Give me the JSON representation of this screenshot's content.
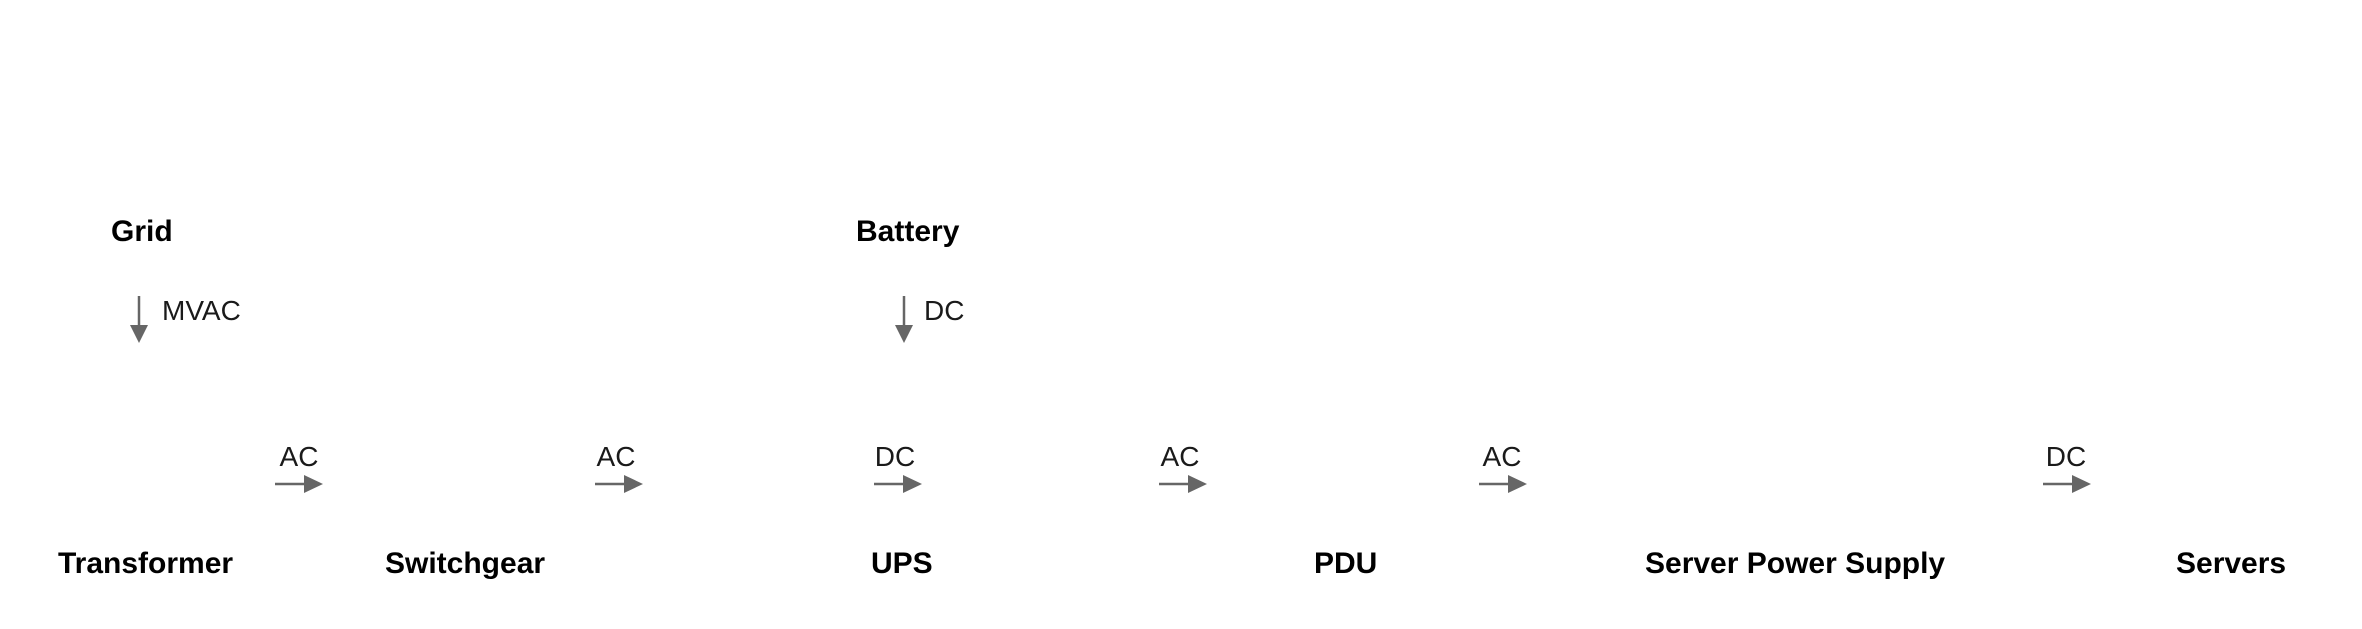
{
  "diagram": {
    "sources": [
      {
        "id": "grid",
        "label": "Grid"
      },
      {
        "id": "battery",
        "label": "Battery"
      }
    ],
    "source_flows": [
      {
        "id": "grid-flow",
        "from": "grid",
        "to": "transformer",
        "label": "MVAC"
      },
      {
        "id": "battery-flow",
        "from": "battery",
        "to": "ups",
        "label": "DC"
      }
    ],
    "chain": [
      {
        "id": "transformer",
        "label": "Transformer"
      },
      {
        "id": "switchgear",
        "label": "Switchgear"
      },
      {
        "id": "ups",
        "label": "UPS"
      },
      {
        "id": "pdu",
        "label": "PDU"
      },
      {
        "id": "server-power-supply",
        "label": "Server Power Supply"
      },
      {
        "id": "servers",
        "label": "Servers"
      }
    ],
    "chain_flows": [
      {
        "id": "transformer-to-switchgear",
        "label": "AC"
      },
      {
        "id": "switchgear-to-ups",
        "label": "AC"
      },
      {
        "id": "ups-to-pdu-dc",
        "label": "DC"
      },
      {
        "id": "ups-to-pdu-ac",
        "label": "AC"
      },
      {
        "id": "pdu-to-server-power-supply",
        "label": "AC"
      },
      {
        "id": "server-power-supply-to-servers",
        "label": "DC"
      }
    ],
    "colors": {
      "arrow": "#666666",
      "text": "#000000",
      "background": "#ffffff"
    }
  }
}
